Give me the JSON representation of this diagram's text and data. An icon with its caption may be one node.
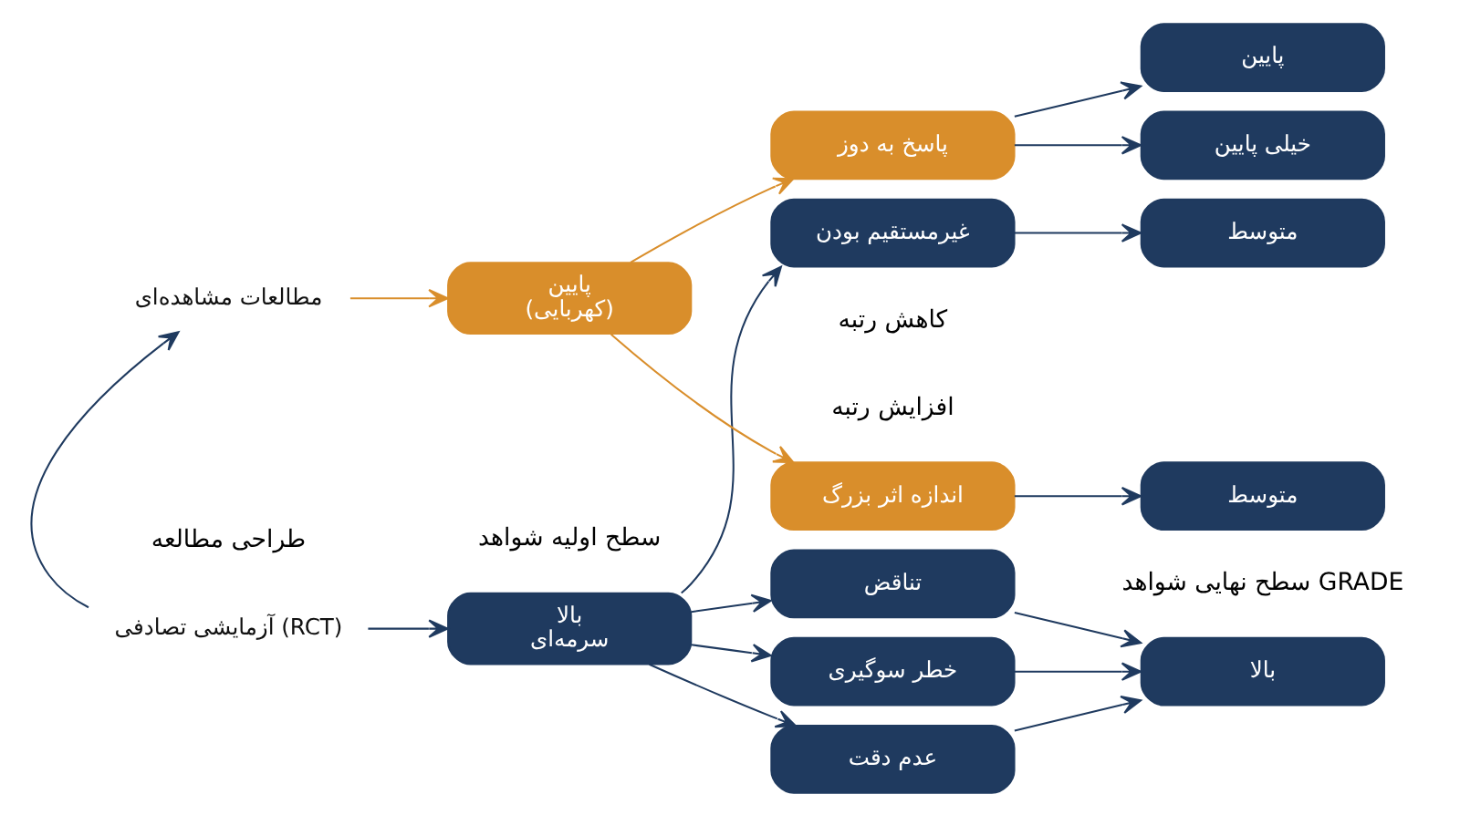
{
  "diagram": {
    "nodes": [
      {
        "text": [
          "آزمایشی تصادفی (RCT)"
        ]
      },
      {
        "text": [
          "مطالعات مشاهده‌ای"
        ]
      },
      {
        "text": [
          "بالا",
          "سرمه‌ای"
        ]
      },
      {
        "text": [
          "پایین",
          "(کهربایی)"
        ]
      },
      {
        "text": [
          "خطر سوگیری"
        ]
      },
      {
        "text": [
          "عدم دقت"
        ]
      },
      {
        "text": [
          "تناقض"
        ]
      },
      {
        "text": [
          "غیرمستقیم بودن"
        ]
      },
      {
        "text": [
          "اندازه اثر بزرگ"
        ]
      },
      {
        "text": [
          "پاسخ به دوز"
        ]
      },
      {
        "text": [
          "بالا"
        ]
      },
      {
        "text": [
          "متوسط"
        ]
      },
      {
        "text": [
          "متوسط"
        ]
      },
      {
        "text": [
          "پایین"
        ]
      },
      {
        "text": [
          "خیلی پایین"
        ]
      }
    ],
    "edges": [
      {
        "from": 0,
        "to": 2,
        "arrow": "to"
      },
      {
        "from": 0,
        "to": 1,
        "arrow": "to"
      },
      {
        "from": 1,
        "to": 3,
        "arrow": "to",
        "color": "#d98e2b"
      },
      {
        "from": 2,
        "to": 4,
        "arrow": "to"
      },
      {
        "from": 2,
        "to": 5,
        "arrow": "to"
      },
      {
        "from": 2,
        "to": 6,
        "arrow": "to"
      },
      {
        "from": 2,
        "to": 7,
        "arrow": "to"
      },
      {
        "from": 3,
        "to": 8,
        "arrow": "to",
        "color": "#d98e2b"
      },
      {
        "from": 3,
        "to": 9,
        "arrow": "to",
        "color": "#d98e2b"
      },
      {
        "from": 4,
        "to": 10,
        "arrow": "to"
      },
      {
        "from": 5,
        "to": 10,
        "arrow": "to"
      },
      {
        "from": 6,
        "to": 10,
        "arrow": "to"
      },
      {
        "from": 7,
        "to": 12,
        "arrow": "to"
      },
      {
        "from": 8,
        "to": 11,
        "arrow": "to"
      },
      {
        "from": 9,
        "to": 13,
        "arrow": "to"
      },
      {
        "from": 9,
        "to": 14,
        "arrow": "to"
      }
    ],
    "labels": [
      "طراحی مطالعه",
      "سطح اولیه شواهد",
      "کاهش رتبه",
      "سطح نهایی شواهد GRADE",
      "افزایش رتبه"
    ]
  }
}
